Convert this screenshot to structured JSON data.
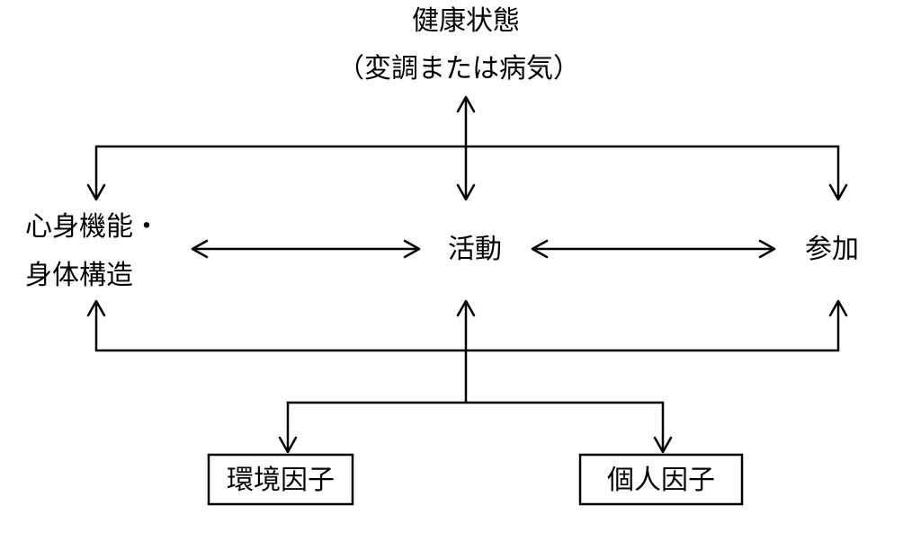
{
  "diagram": {
    "health_condition": {
      "title": "健康状態",
      "subtitle": "（変調または病気）"
    },
    "body_functions": {
      "line1": "心身機能・",
      "line2": "身体構造"
    },
    "activity": "活動",
    "participation": "参加",
    "environmental_factors": "環境因子",
    "personal_factors": "個人因子"
  }
}
